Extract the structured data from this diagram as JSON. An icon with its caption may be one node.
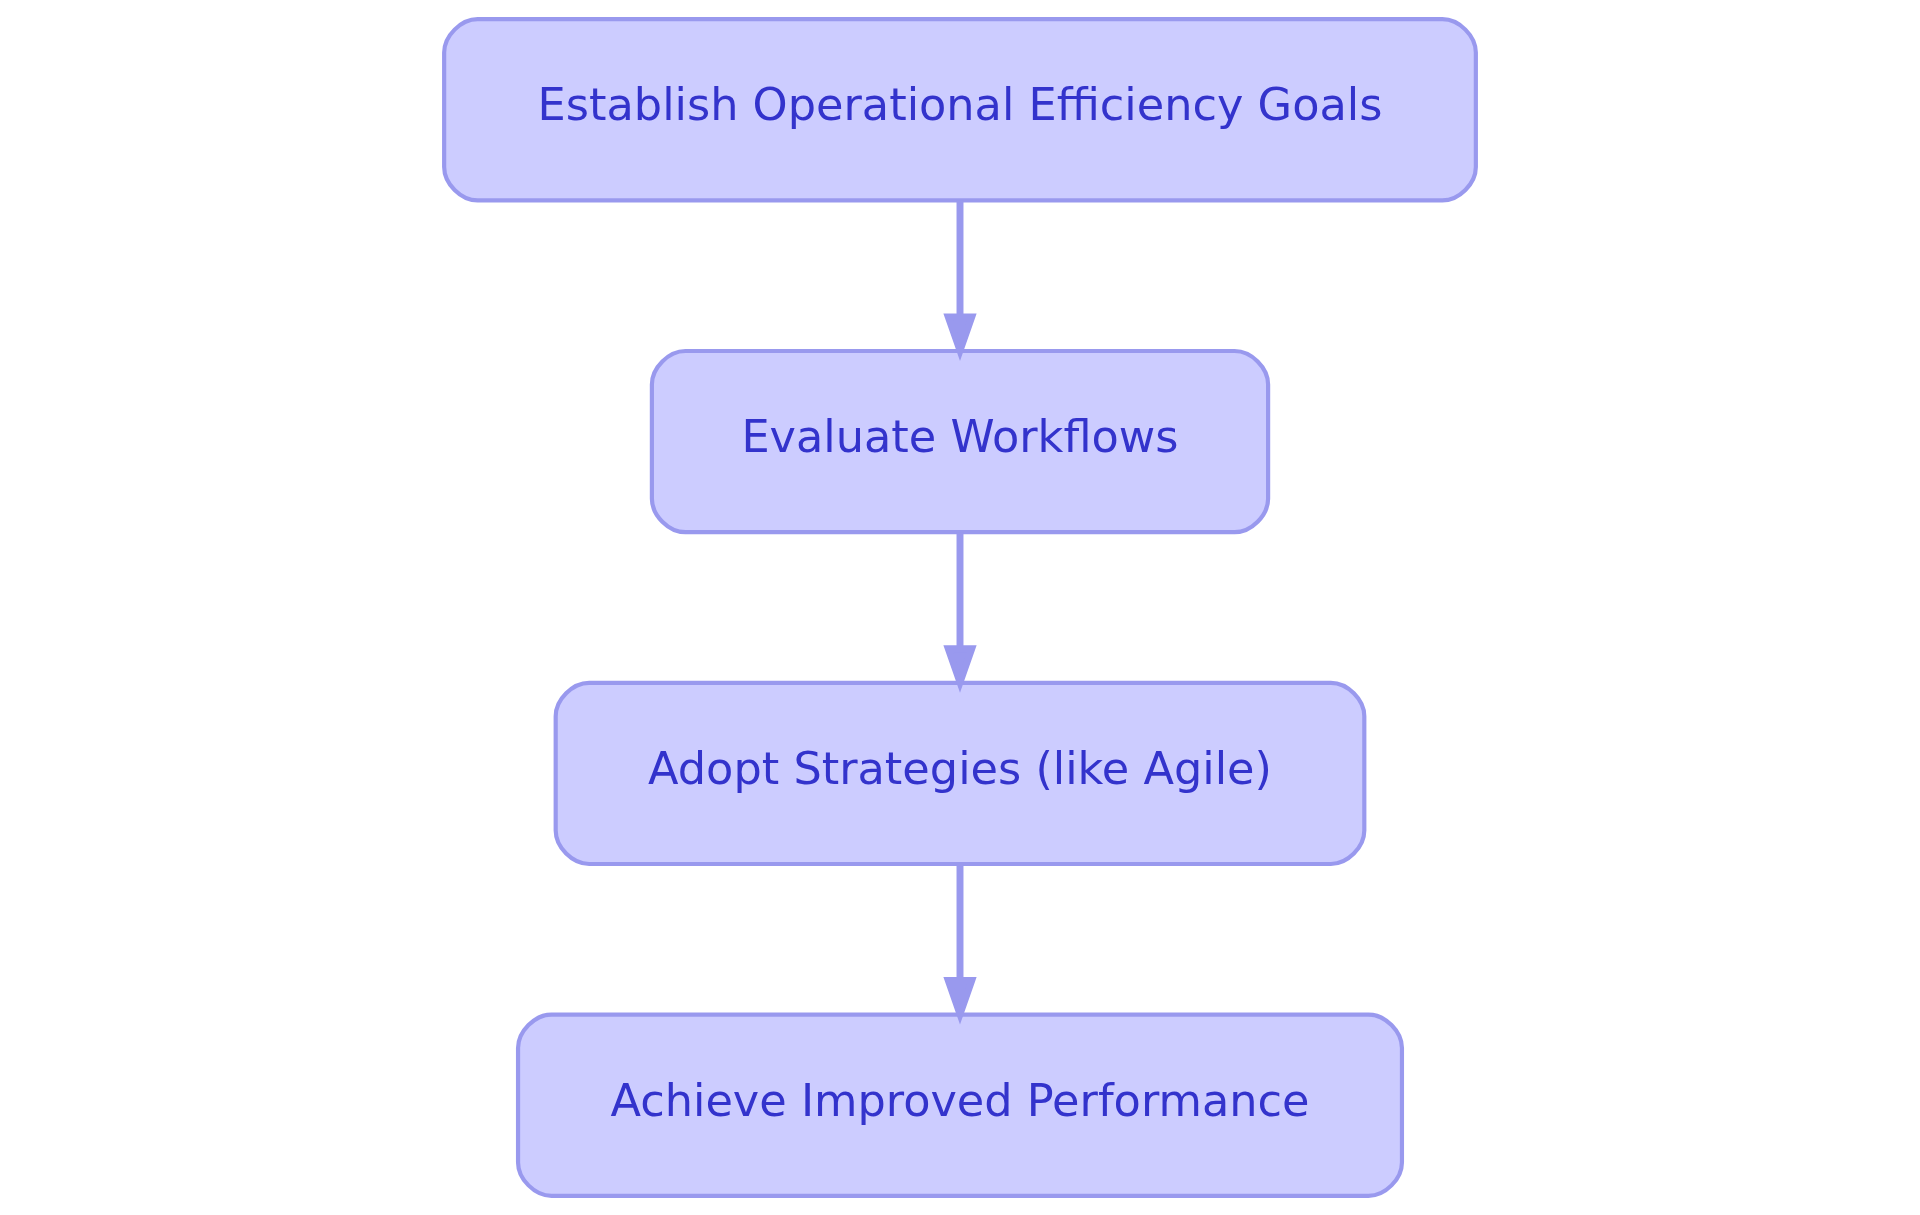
{
  "diagram": {
    "nodes": [
      {
        "text": [
          "Establish Operational Efficiency Goals"
        ]
      },
      {
        "text": [
          "Evaluate Workflows"
        ]
      },
      {
        "text": [
          "Adopt Strategies (like Agile)"
        ]
      },
      {
        "text": [
          "Achieve Improved Performance"
        ]
      }
    ],
    "edges": [
      {
        "from": 0,
        "to": 1,
        "arrow": "to"
      },
      {
        "from": 1,
        "to": 2,
        "arrow": "to"
      },
      {
        "from": 2,
        "to": 3,
        "arrow": "to"
      }
    ]
  }
}
